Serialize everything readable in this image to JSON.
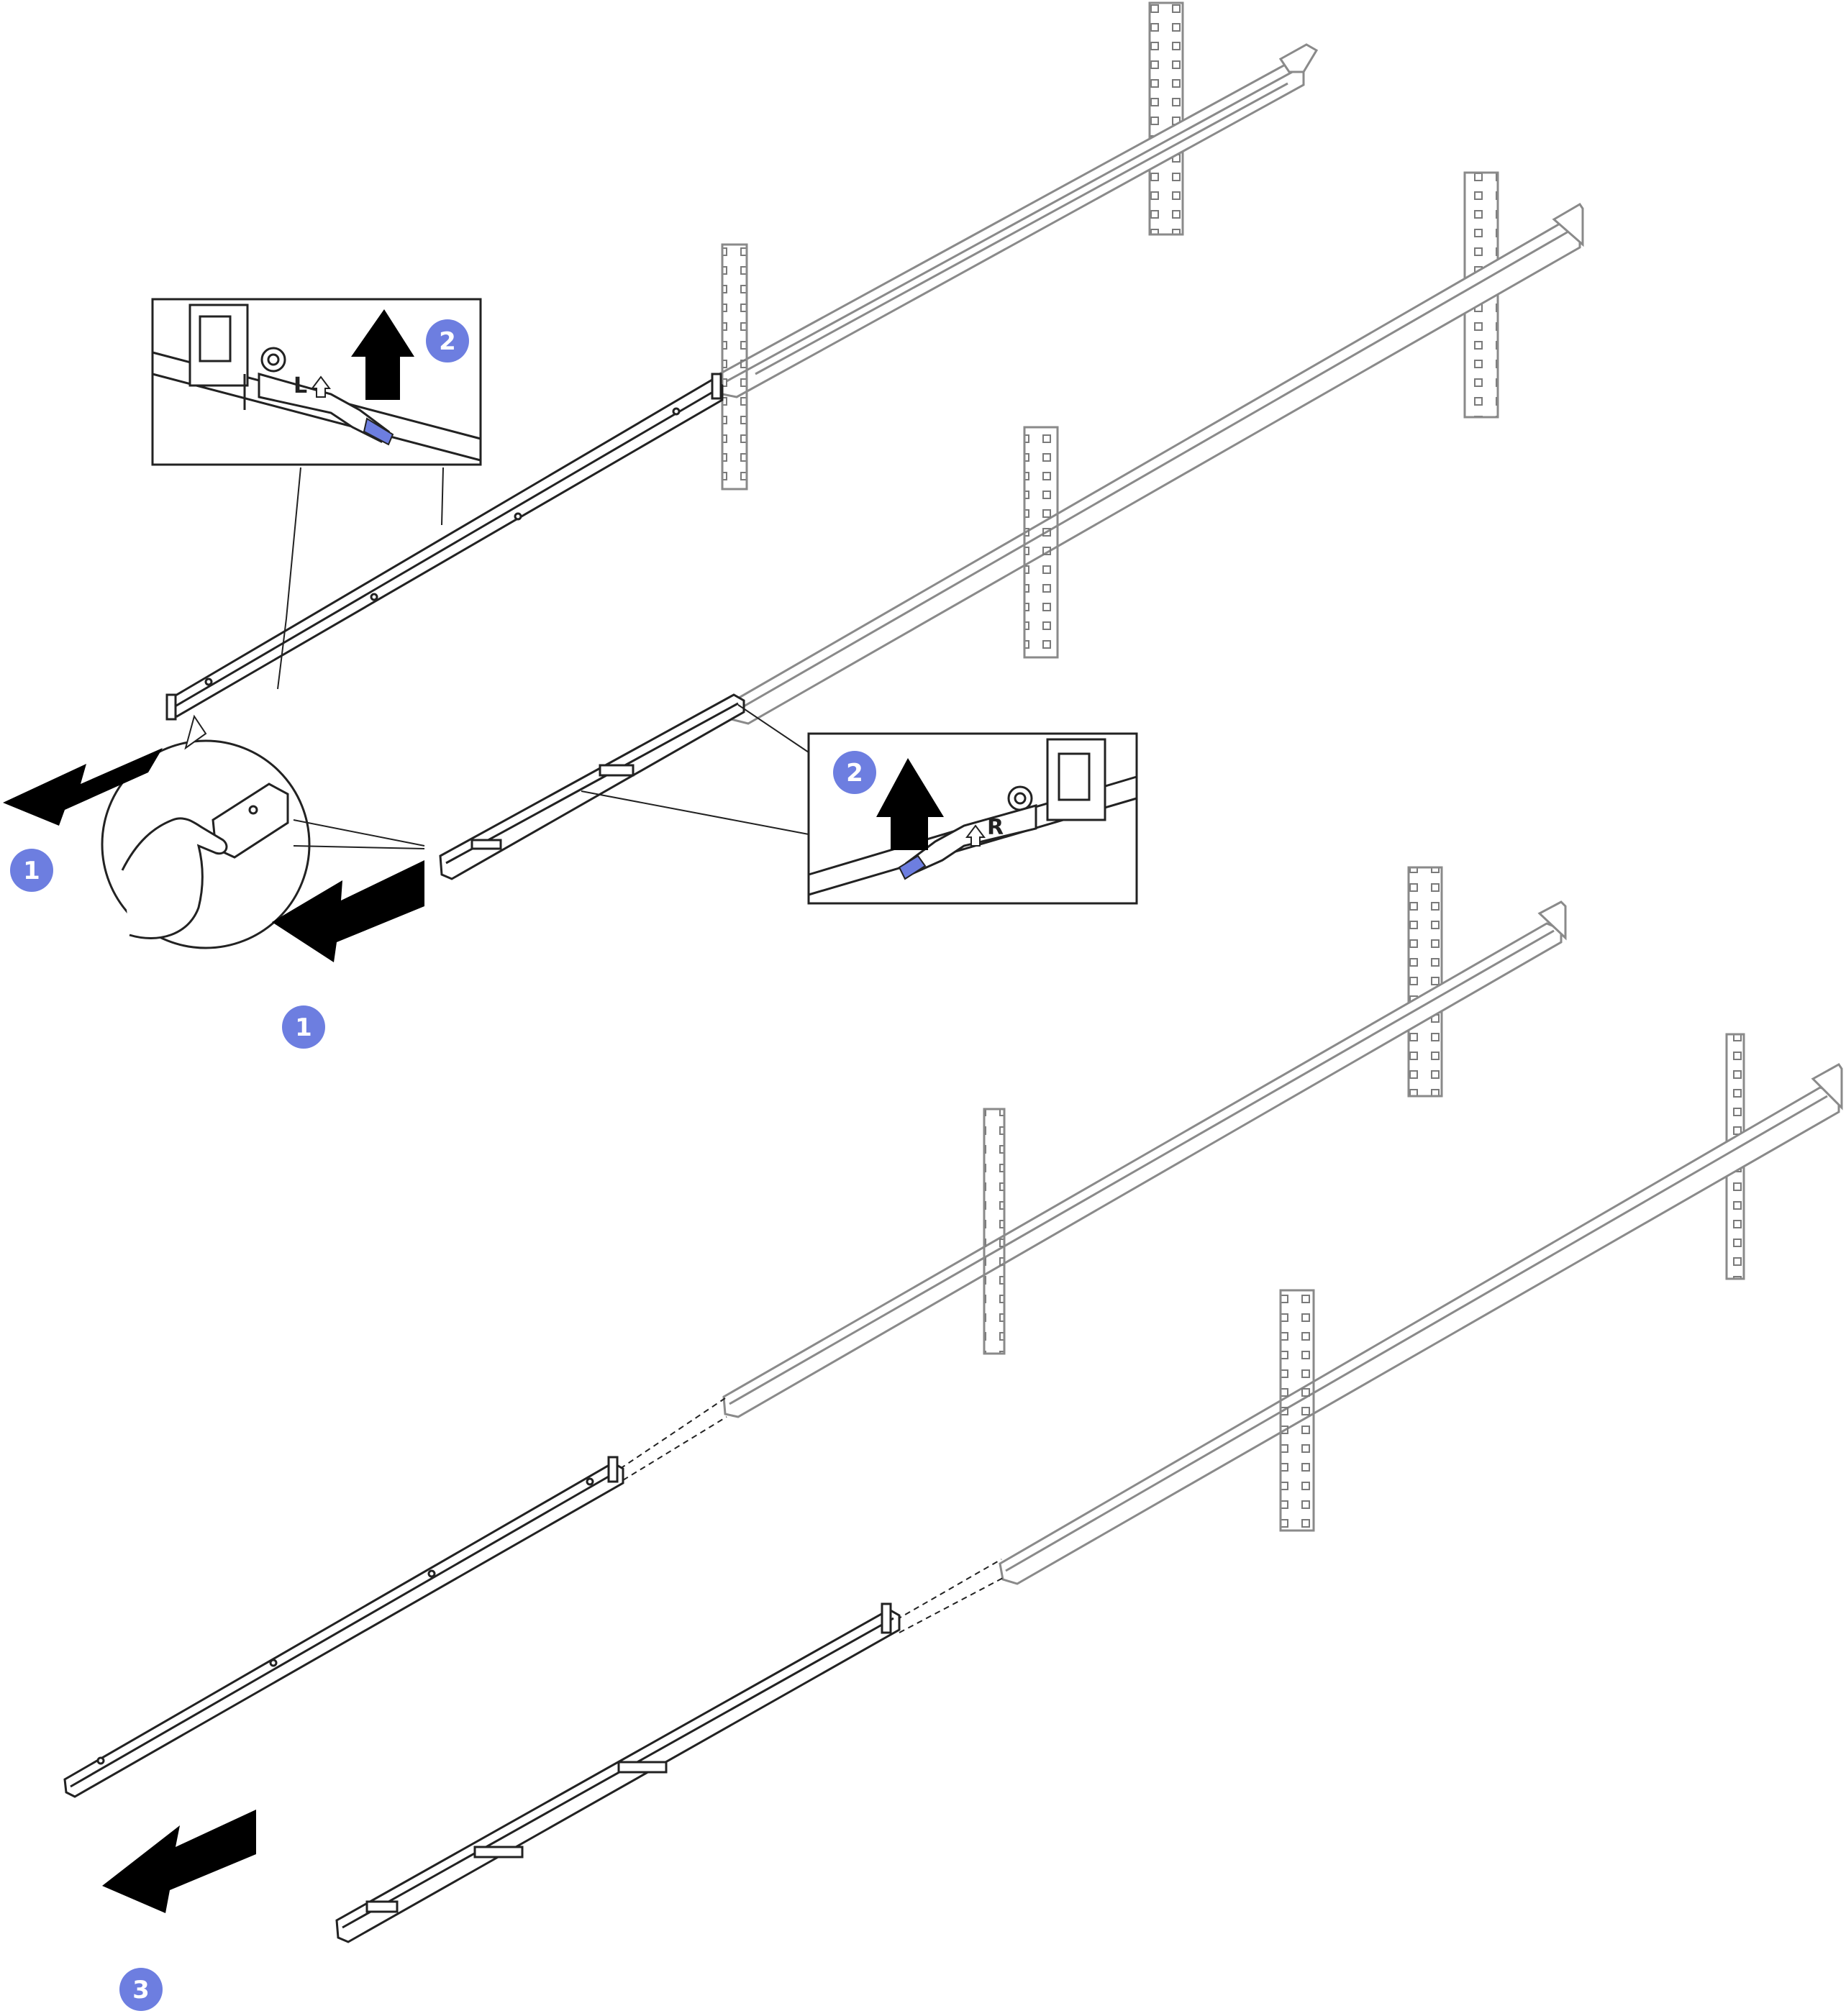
{
  "diagram": {
    "colors": {
      "line": "#222222",
      "light_line": "#8a8a8a",
      "rail_fill": "#ffffff",
      "callout": "#6d7ee0",
      "latch_highlight": "#6d7ee0",
      "arrow": "#000000"
    },
    "callouts": {
      "step1_top_left": "1",
      "step1_bottom": "1",
      "step2_top": "2",
      "step2_right": "2",
      "step3": "3"
    },
    "latch_labels": {
      "left": "L",
      "right": "R"
    },
    "icons": {
      "step_badge": "numbered-circle-icon",
      "direction": "arrow-icon",
      "hand": "hand-icon",
      "latch_arrow": "up-arrow-glyph-icon"
    }
  }
}
